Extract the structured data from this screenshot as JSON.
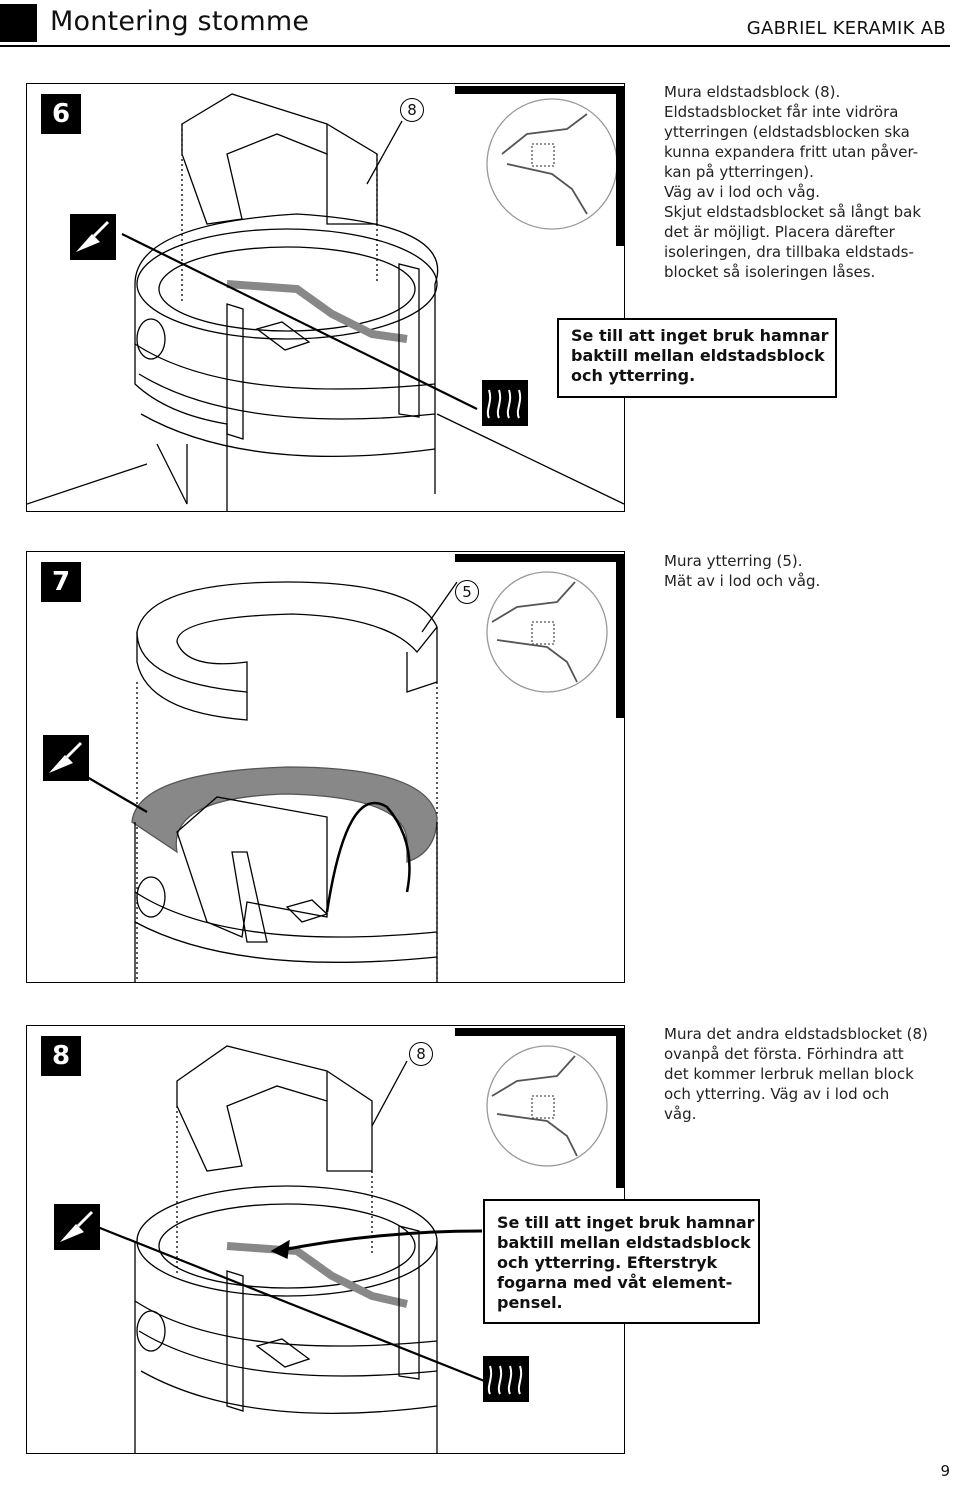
{
  "header": {
    "title": "Montering stomme",
    "company": "GABRIEL KERAMIK AB"
  },
  "steps": [
    {
      "number": "6",
      "part": "8",
      "instructions": [
        "Mura eldstadsblock (8).",
        "Eldstadsblocket får inte vidröra",
        "ytterringen (eldstadsblocken ska",
        "kunna expandera fritt utan påver-",
        "kan på ytterringen).",
        "Väg av i lod och våg.",
        "Skjut eldstadsblocket så långt bak",
        "det är möjligt. Placera därefter",
        "isoleringen, dra tillbaka eldstads-",
        "blocket så isoleringen låses."
      ],
      "warning": [
        "Se till att inget bruk hamnar",
        "baktill mellan eldstadsblock",
        "och ytterring."
      ]
    },
    {
      "number": "7",
      "part": "5",
      "instructions": [
        "Mura ytterring (5).",
        "Mät av i lod och våg."
      ]
    },
    {
      "number": "8",
      "part": "8",
      "instructions": [
        "Mura det andra eldstadsblocket (8)",
        "ovanpå det första. Förhindra att",
        "det kommer lerbruk mellan block",
        "och ytterring. Väg av i lod och",
        "våg."
      ],
      "warning": [
        "Se till att inget bruk hamnar",
        "baktill mellan eldstadsblock",
        "och ytterring. Efterstryk",
        "fogarna med våt element-",
        "pensel."
      ]
    }
  ],
  "icons": {
    "trowel": "trowel-icon",
    "insulation": "insulation-wave-icon"
  },
  "page_number": "9"
}
